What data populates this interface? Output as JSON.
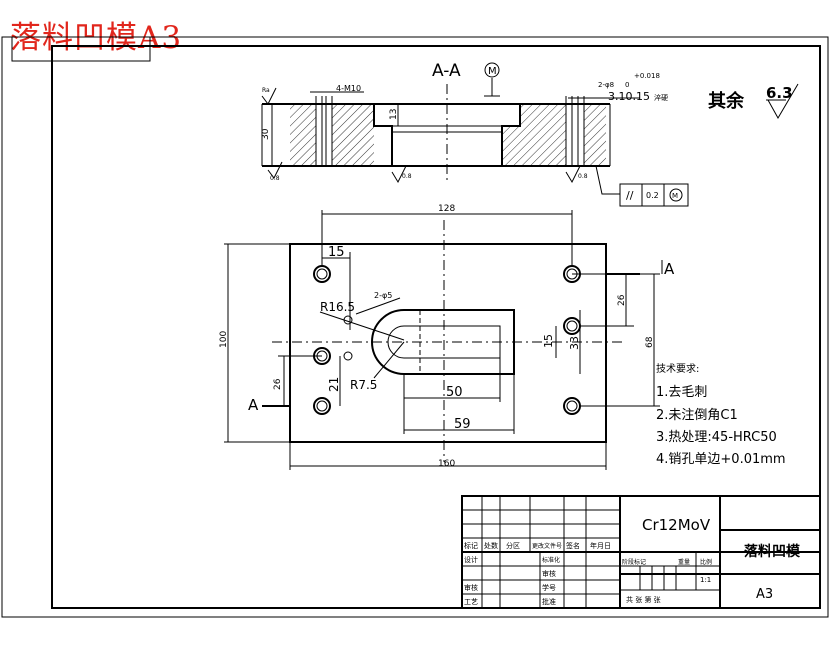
{
  "title": "落料凹模A3",
  "section": {
    "label": "A-A",
    "marker": "M"
  },
  "roughness": {
    "other_label": "其余",
    "other_value": "6.3",
    "r_top_left": "Ra",
    "r_small": "0.8"
  },
  "section_dims": {
    "thread": "4-M10",
    "depth": "13",
    "height": "30",
    "tol_top": "+0.018",
    "tol_bottom": "0",
    "holes": "2-φ8",
    "hole_note": "3.10.15",
    "hole_note_suffix": "淬硬"
  },
  "tolerance_frame": {
    "symbol": "//",
    "value": "0.2",
    "datum": "M"
  },
  "plan_dims": {
    "d128": "128",
    "d15": "15",
    "r16": "R16.5",
    "hole2": "2-φ5",
    "d26r": "26",
    "d15v": "15",
    "d33": "33",
    "d68": "68",
    "d100": "100",
    "d26l": "26",
    "d21": "21",
    "r75": "R7.5",
    "d50": "50",
    "d59": "59",
    "d160": "160",
    "section_a": "A"
  },
  "tech_notes": {
    "heading": "技术要求:",
    "items": [
      "1.去毛刺",
      "2.未注倒角C1",
      "3.热处理:45-HRC50",
      "4.销孔单边+0.01mm"
    ]
  },
  "title_block": {
    "material": "Cr12MoV",
    "part_name": "落料凹模",
    "size": "A3",
    "scale": "1:1",
    "row_labels": [
      "标记",
      "处数",
      "分区",
      "更改文件号",
      "签名",
      "年月日"
    ],
    "left_labels": [
      "设计",
      "审核",
      "工艺"
    ],
    "mid_labels": [
      "标准化",
      "审核",
      "学号",
      "批准"
    ],
    "stage_labels": [
      "阶段标记",
      "重量",
      "比例"
    ],
    "sheet_label": "共 张 第 张"
  }
}
